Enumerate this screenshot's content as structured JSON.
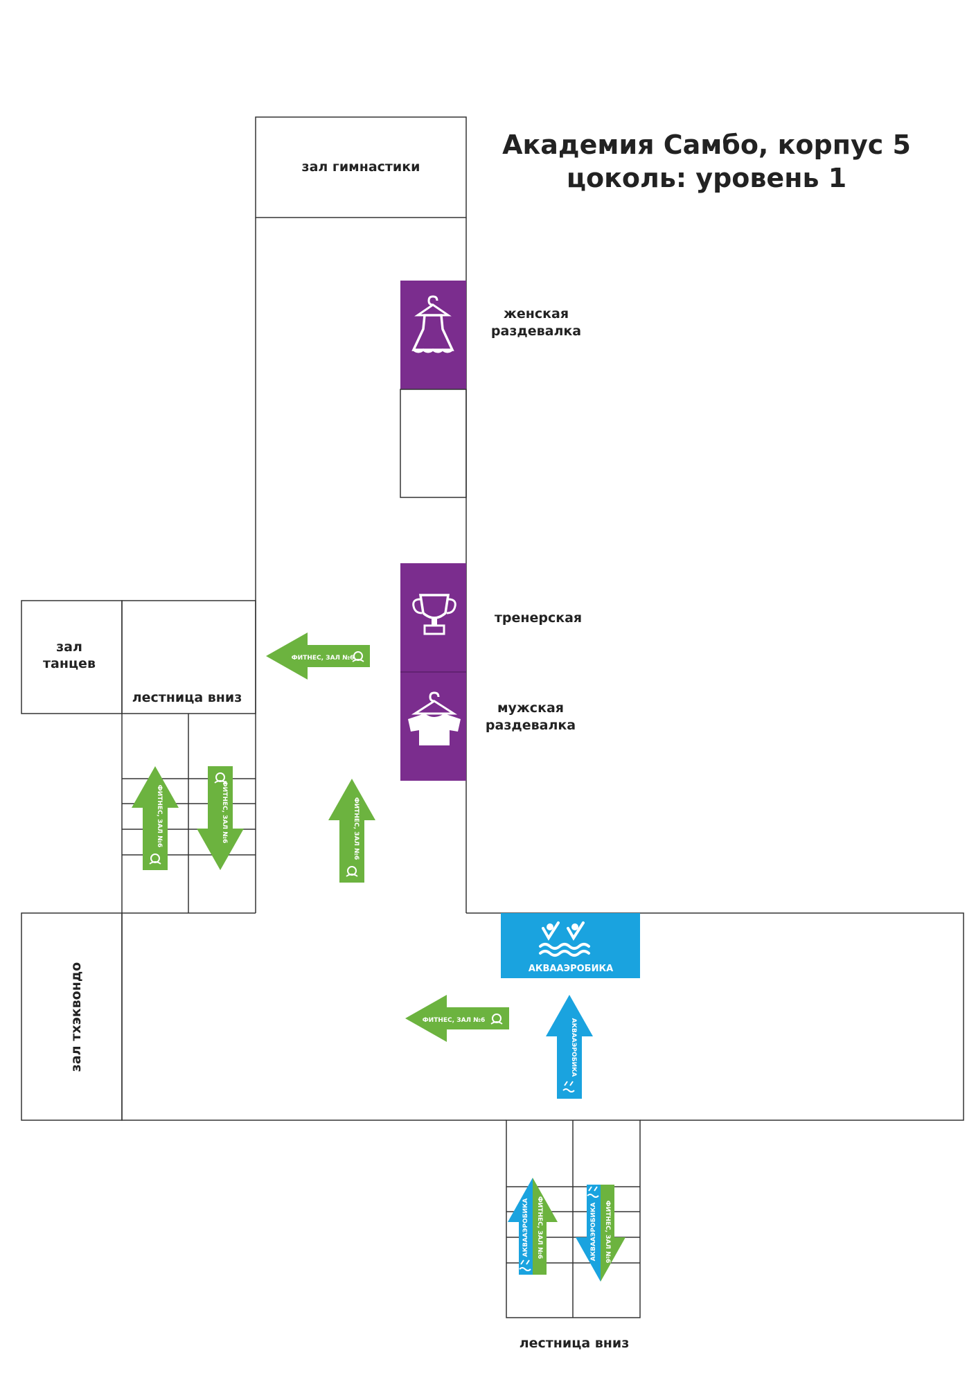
{
  "title": {
    "line1": "Академия Самбо, корпус 5",
    "line2": "цоколь: уровень 1"
  },
  "rooms": {
    "gymnastics": "зал гимнастики",
    "dance_line1": "зал",
    "dance_line2": "танцев",
    "taekwondo": "зал тхэквондо",
    "womens_locker_line1": "женская",
    "womens_locker_line2": "раздевалка",
    "coach_room": "тренерская",
    "mens_locker_line1": "мужская",
    "mens_locker_line2": "раздевалка",
    "stairs_down_upper": "лестница вниз",
    "stairs_down_lower": "лестница вниз"
  },
  "signs": {
    "fitness_hall": "ФИТНЕС, ЗАЛ №6",
    "aqua_aerobics": "АКВААЭРОБИКА",
    "aqua_aerobics_room": "АКВААЭРОБИКА"
  },
  "icons": {
    "womens": "dress-on-hanger-icon",
    "coach": "trophy-icon",
    "mens": "shirt-on-hanger-icon",
    "aqua": "swimmers-icon",
    "fitness_logo": "fitness-logo-icon",
    "aqua_logo": "aqua-logo-icon"
  },
  "colors": {
    "walls": "#333333",
    "purple": "#7b2d8e",
    "green": "#6cb33f",
    "blue": "#1aa3df"
  }
}
